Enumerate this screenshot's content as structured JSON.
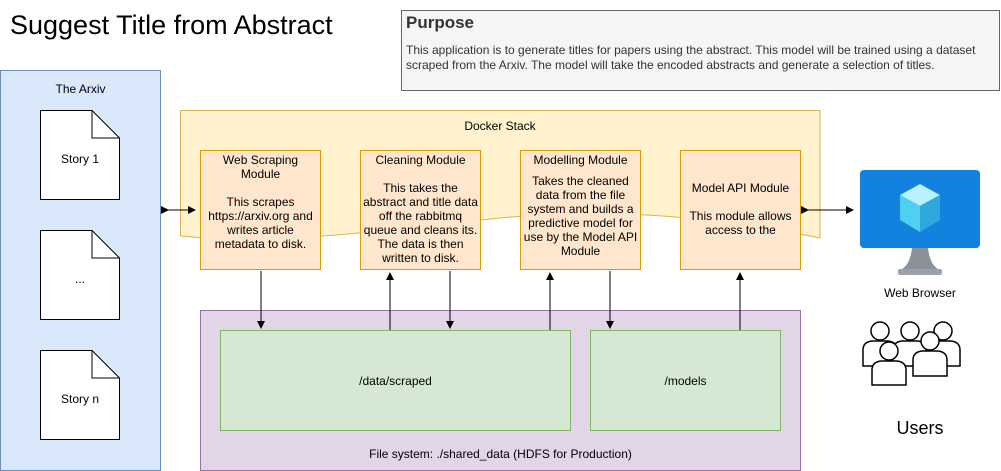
{
  "title": "Suggest Title from Abstract",
  "purpose": {
    "heading": "Purpose",
    "text": "This application is to generate titles for papers using the abstract. This model will be trained using a dataset scraped from the Arxiv. The model will take the encoded abstracts and generate a selection of titles."
  },
  "arxiv": {
    "label": "The Arxiv",
    "docs": [
      "Story 1",
      "...",
      "Story n"
    ]
  },
  "docker": {
    "label": "Docker Stack",
    "modules": [
      {
        "title": "Web Scraping Module",
        "desc": "This scrapes https://arxiv.org and writes article metadata to disk."
      },
      {
        "title": "Cleaning Module",
        "desc": "This takes the abstract and title data off the rabbitmq queue and cleans its. The data is then written to disk."
      },
      {
        "title": "Modelling Module",
        "desc": "Takes the cleaned data from the file system and builds a predictive model for use by the Model API Module"
      },
      {
        "title": "Model API Module",
        "desc": "This module allows access to the"
      }
    ]
  },
  "shared": {
    "label": "File system: ./shared_data (HDFS for Production)",
    "scraped": "/data/scraped",
    "models": "/models"
  },
  "browser": {
    "label": "Web Browser",
    "icon": "azure-cube-monitor-icon"
  },
  "users": {
    "label": "Users",
    "icon": "users-group-icon"
  },
  "colors": {
    "arxiv_fill": "#dae8fc",
    "docker_fill": "#fff2cc",
    "module_fill": "#ffe6cc",
    "shared_fill": "#e1d5e7",
    "store_fill": "#d5e8d4",
    "monitor_blue": "#1e88e5"
  }
}
